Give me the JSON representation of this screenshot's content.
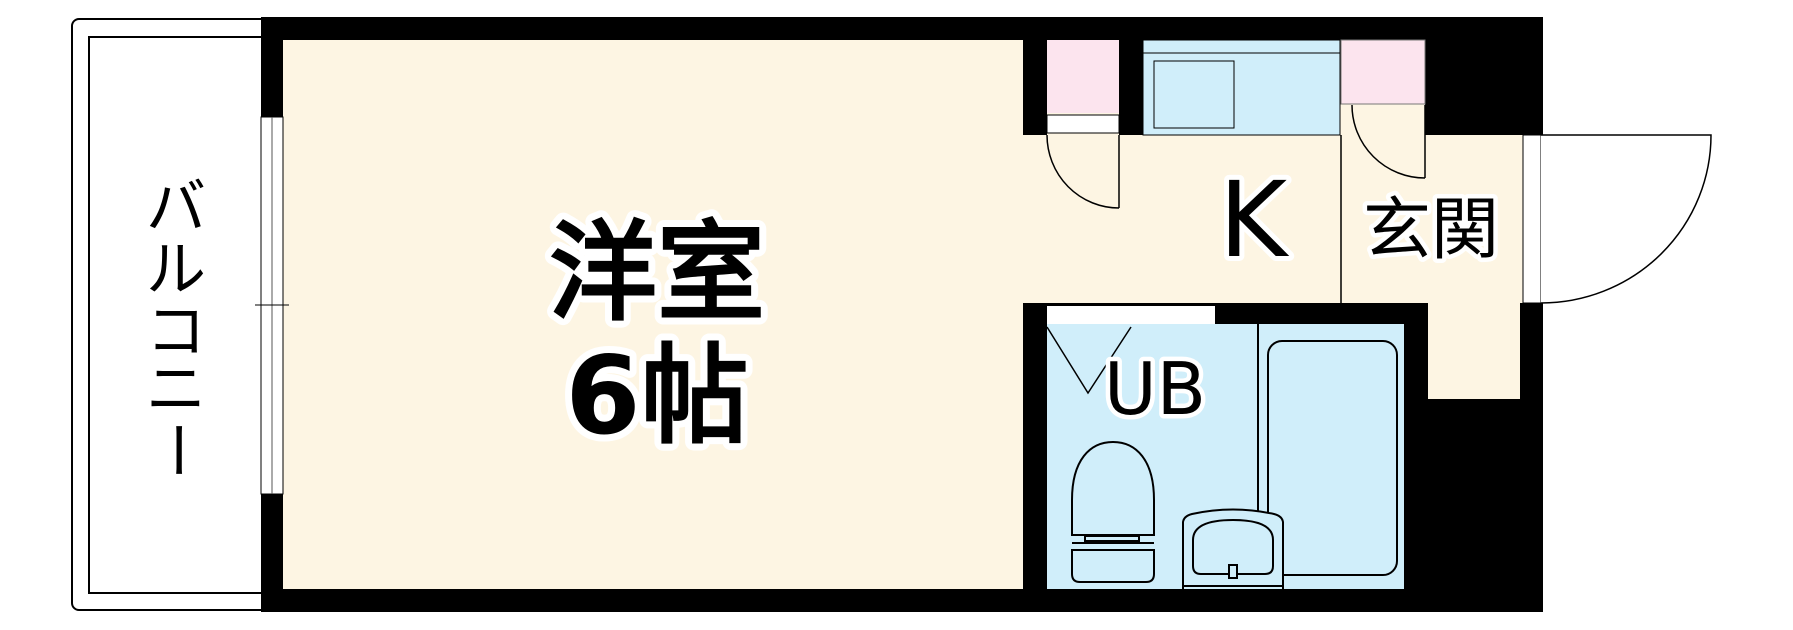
{
  "floorplan": {
    "title": "1K floor plan",
    "colors": {
      "wall": "#000000",
      "floor": "#fdf5e3",
      "wet_area": "#d0eefa",
      "closet": "#fce4ee",
      "background": "#ffffff"
    },
    "rooms": {
      "western_room": {
        "label_line1": "洋室",
        "label_line2": "6帖",
        "size_tatami": 6
      },
      "kitchen": {
        "label": "K"
      },
      "entrance": {
        "label": "玄関"
      },
      "unit_bath": {
        "label": "UB"
      },
      "balcony": {
        "label_chars": [
          "バ",
          "ル",
          "コ",
          "ニ",
          "ー"
        ],
        "label": "バルコニー"
      }
    },
    "fixtures": [
      "kitchen-sink",
      "toilet",
      "washbasin",
      "bathtub",
      "closet",
      "shoe-closet"
    ]
  }
}
